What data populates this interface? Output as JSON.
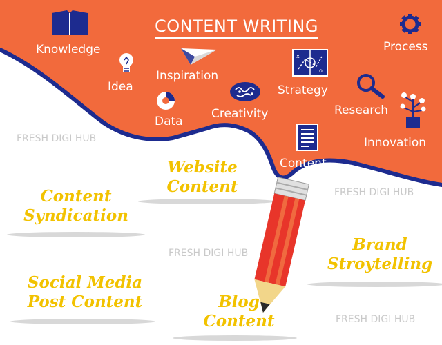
{
  "header": {
    "title": "CONTENT WRITING"
  },
  "colors": {
    "orange": "#f26a3c",
    "navy": "#1d2b8f",
    "yellow": "#f2c200",
    "pencil_red": "#e8352a",
    "watermark": "#c9c9c9"
  },
  "concepts": [
    {
      "label": "Knowledge",
      "icon": "book-icon"
    },
    {
      "label": "Idea",
      "icon": "lightbulb-icon"
    },
    {
      "label": "Inspiration",
      "icon": "paper-plane-icon"
    },
    {
      "label": "Data",
      "icon": "pie-chart-icon"
    },
    {
      "label": "Creativity",
      "icon": "brain-icon"
    },
    {
      "label": "Strategy",
      "icon": "strategy-board-icon"
    },
    {
      "label": "Process",
      "icon": "gear-icon"
    },
    {
      "label": "Research",
      "icon": "magnifier-icon"
    },
    {
      "label": "Innovation",
      "icon": "idea-plant-icon"
    },
    {
      "label": "Content",
      "icon": "document-icon"
    }
  ],
  "content_types": [
    {
      "line1": "Website",
      "line2": "Content"
    },
    {
      "line1": "Content",
      "line2": "Syndication"
    },
    {
      "line1": "Brand",
      "line2": "Stroytelling"
    },
    {
      "line1": "Social Media",
      "line2": "Post Content"
    },
    {
      "line1": "Blog",
      "line2": "Content"
    }
  ],
  "watermark": "FRESH DIGI HUB"
}
